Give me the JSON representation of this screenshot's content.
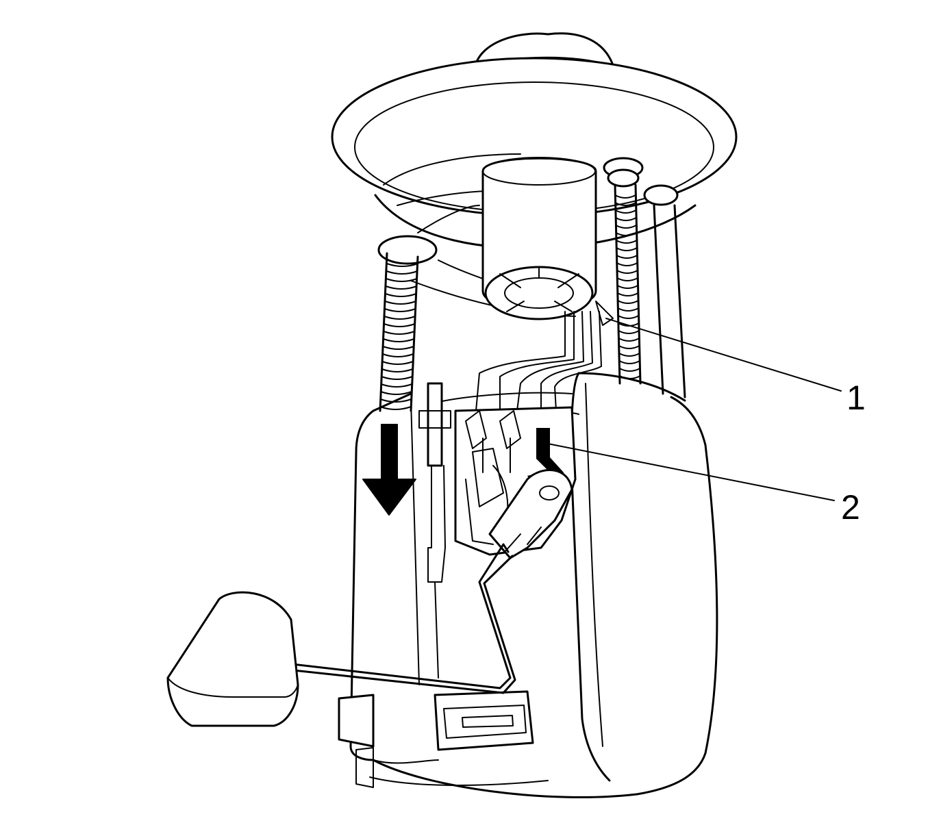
{
  "callouts": [
    {
      "id": "1",
      "label": "1"
    },
    {
      "id": "2",
      "label": "2"
    }
  ],
  "colors": {
    "line": "#000000",
    "background": "#ffffff"
  },
  "icons": {
    "direction_arrow": "arrow-down-icon"
  }
}
